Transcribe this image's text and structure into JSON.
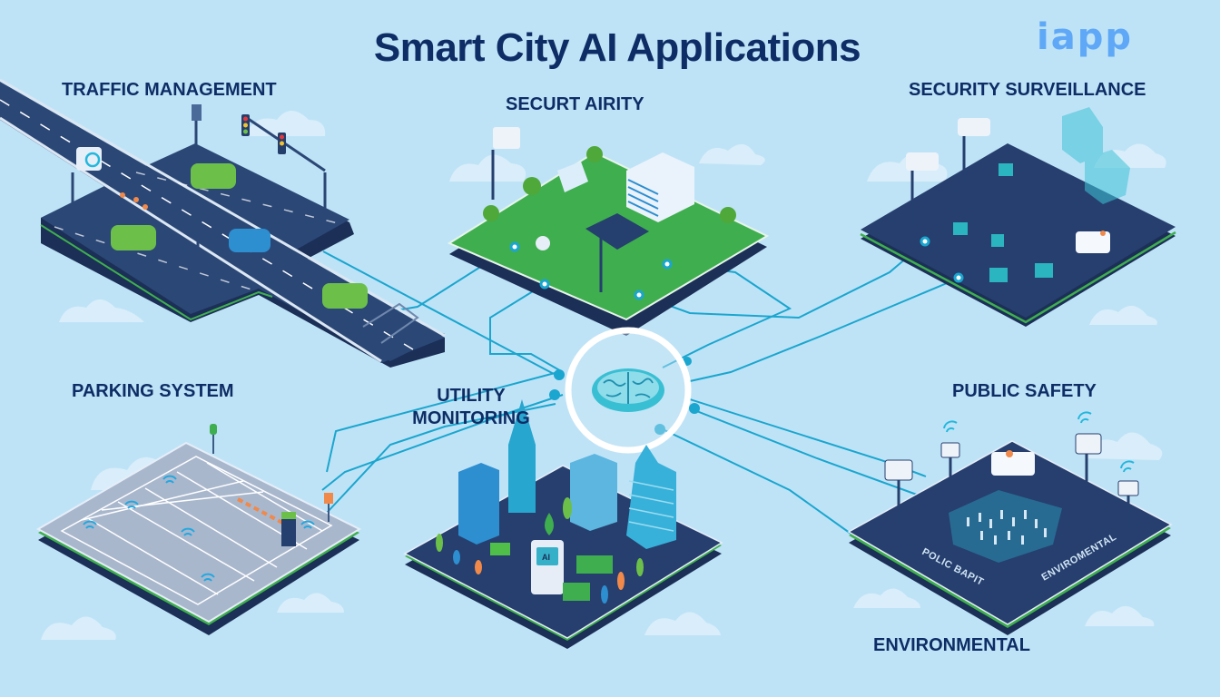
{
  "header": {
    "title": "Smart City AI Applications",
    "logo_text": "iapp"
  },
  "modules": [
    {
      "id": "traffic",
      "label": "TRAFFIC MANAGEMENT"
    },
    {
      "id": "securt",
      "label": "SECURT AIRITY"
    },
    {
      "id": "surveillance",
      "label": "SECURITY SURVEILLANCE"
    },
    {
      "id": "parking",
      "label": "PARKING SYSTEM"
    },
    {
      "id": "utility",
      "label_line1": "UTILITY",
      "label_line2": "MONITORING"
    },
    {
      "id": "public_safety",
      "label": "PUBLIC SAFETY"
    },
    {
      "id": "environmental",
      "label": "ENVIRONMENTAL"
    }
  ],
  "hub": {
    "icon": "brain-icon"
  },
  "platform_texts": {
    "public_safety_left": "POLIC BAPIT",
    "public_safety_right": "ENVIROMENTAL",
    "utility_kiosk": "AI"
  },
  "colors": {
    "background": "#bfe3f6",
    "title": "#0e2d66",
    "platform_dark": "#253f6e",
    "platform_green": "#3fae4f",
    "connector": "#1aa6cf",
    "accent_teal": "#2cc2c9",
    "logo": "#5ea8f7"
  }
}
